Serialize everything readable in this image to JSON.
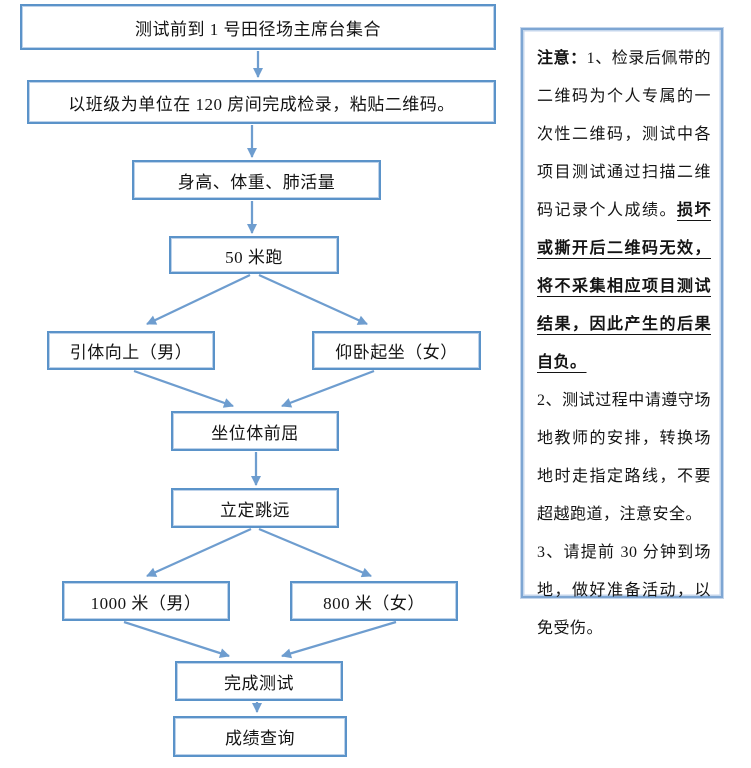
{
  "colors": {
    "box_border": "#5b93c9",
    "box_border_inner": "#bdd2ea",
    "arrow": "#6e9dcf",
    "note_border": "#7ea6d3",
    "note_border_inner": "#c4d6ec",
    "text": "#141414"
  },
  "flowchart": {
    "nodes": [
      {
        "id": "assemble",
        "label": "测试前到 1 号田径场主席台集合"
      },
      {
        "id": "checkin",
        "label": "以班级为单位在 120 房间完成检录，粘贴二维码。"
      },
      {
        "id": "basic-measures",
        "label": "身高、体重、肺活量"
      },
      {
        "id": "sprint-50m",
        "label": "50 米跑"
      },
      {
        "id": "pullup-male",
        "label": "引体向上（男）"
      },
      {
        "id": "situp-female",
        "label": "仰卧起坐（女）"
      },
      {
        "id": "sit-and-reach",
        "label": "坐位体前屈"
      },
      {
        "id": "standing-jump",
        "label": "立定跳远"
      },
      {
        "id": "run-1000m-male",
        "label": "1000 米（男）"
      },
      {
        "id": "run-800m-female",
        "label": "800 米（女）"
      },
      {
        "id": "finish-test",
        "label": "完成测试"
      },
      {
        "id": "score-query",
        "label": "成绩查询"
      }
    ]
  },
  "note": {
    "title": "注意：",
    "p1_normal": "1、检录后佩带的二维码为个人专属的一次性二维码，测试中各项目测试通过扫描二维码记录个人成绩。",
    "p1_warning": "损坏或撕开后二维码无效，将不采集相应项目测试结果，因此产生的后果自负。",
    "p2": "2、测试过程中请遵守场地教师的安排，转换场地时走指定路线，不要超越跑道，注意安全。",
    "p3": "3、请提前 30 分钟到场地，做好准备活动，以免受伤。"
  }
}
